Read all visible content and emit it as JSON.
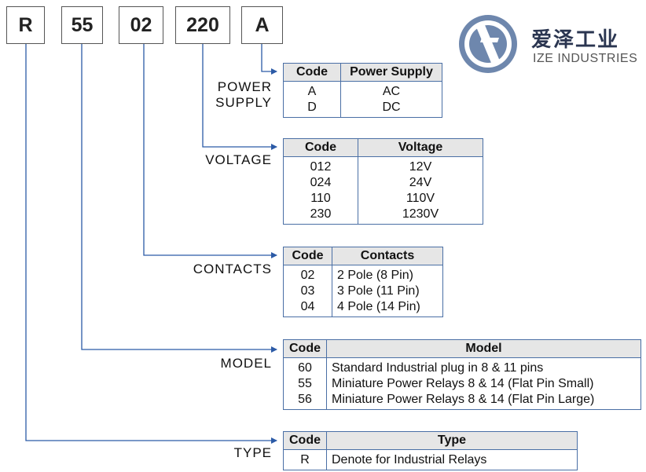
{
  "codes": [
    "R",
    "55",
    "02",
    "220",
    "A"
  ],
  "brand": {
    "chinese": "爱泽工业",
    "english": "IZE INDUSTRIES"
  },
  "sections": {
    "power": {
      "label_lines": [
        "POWER",
        "SUPPLY"
      ],
      "headers": [
        "Code",
        "Power Supply"
      ],
      "rows": [
        [
          "A",
          "AC"
        ],
        [
          "D",
          "DC"
        ]
      ]
    },
    "voltage": {
      "label": "VOLTAGE",
      "headers": [
        "Code",
        "Voltage"
      ],
      "rows": [
        [
          "012",
          "12V"
        ],
        [
          "024",
          "24V"
        ],
        [
          "110",
          "110V"
        ],
        [
          "230",
          "1230V"
        ]
      ]
    },
    "contacts": {
      "label": "CONTACTS",
      "headers": [
        "Code",
        "Contacts"
      ],
      "rows": [
        [
          "02",
          "2 Pole (8 Pin)"
        ],
        [
          "03",
          "3 Pole (11 Pin)"
        ],
        [
          "04",
          "4 Pole (14 Pin)"
        ]
      ]
    },
    "model": {
      "label": "MODEL",
      "headers": [
        "Code",
        "Model"
      ],
      "rows": [
        [
          "60",
          "Standard Industrial plug in 8 & 11 pins"
        ],
        [
          "55",
          "Miniature Power Relays 8 & 14 (Flat Pin Small)"
        ],
        [
          "56",
          "Miniature Power Relays 8 & 14 (Flat Pin Large)"
        ]
      ]
    },
    "type": {
      "label": "TYPE",
      "headers": [
        "Code",
        "Type"
      ],
      "rows": [
        [
          "R",
          "Denote for Industrial Relays"
        ]
      ]
    }
  },
  "colors": {
    "line": "#2b5aa6",
    "table_border": "#4a6fa5",
    "header_bg": "#e6e6e6"
  }
}
